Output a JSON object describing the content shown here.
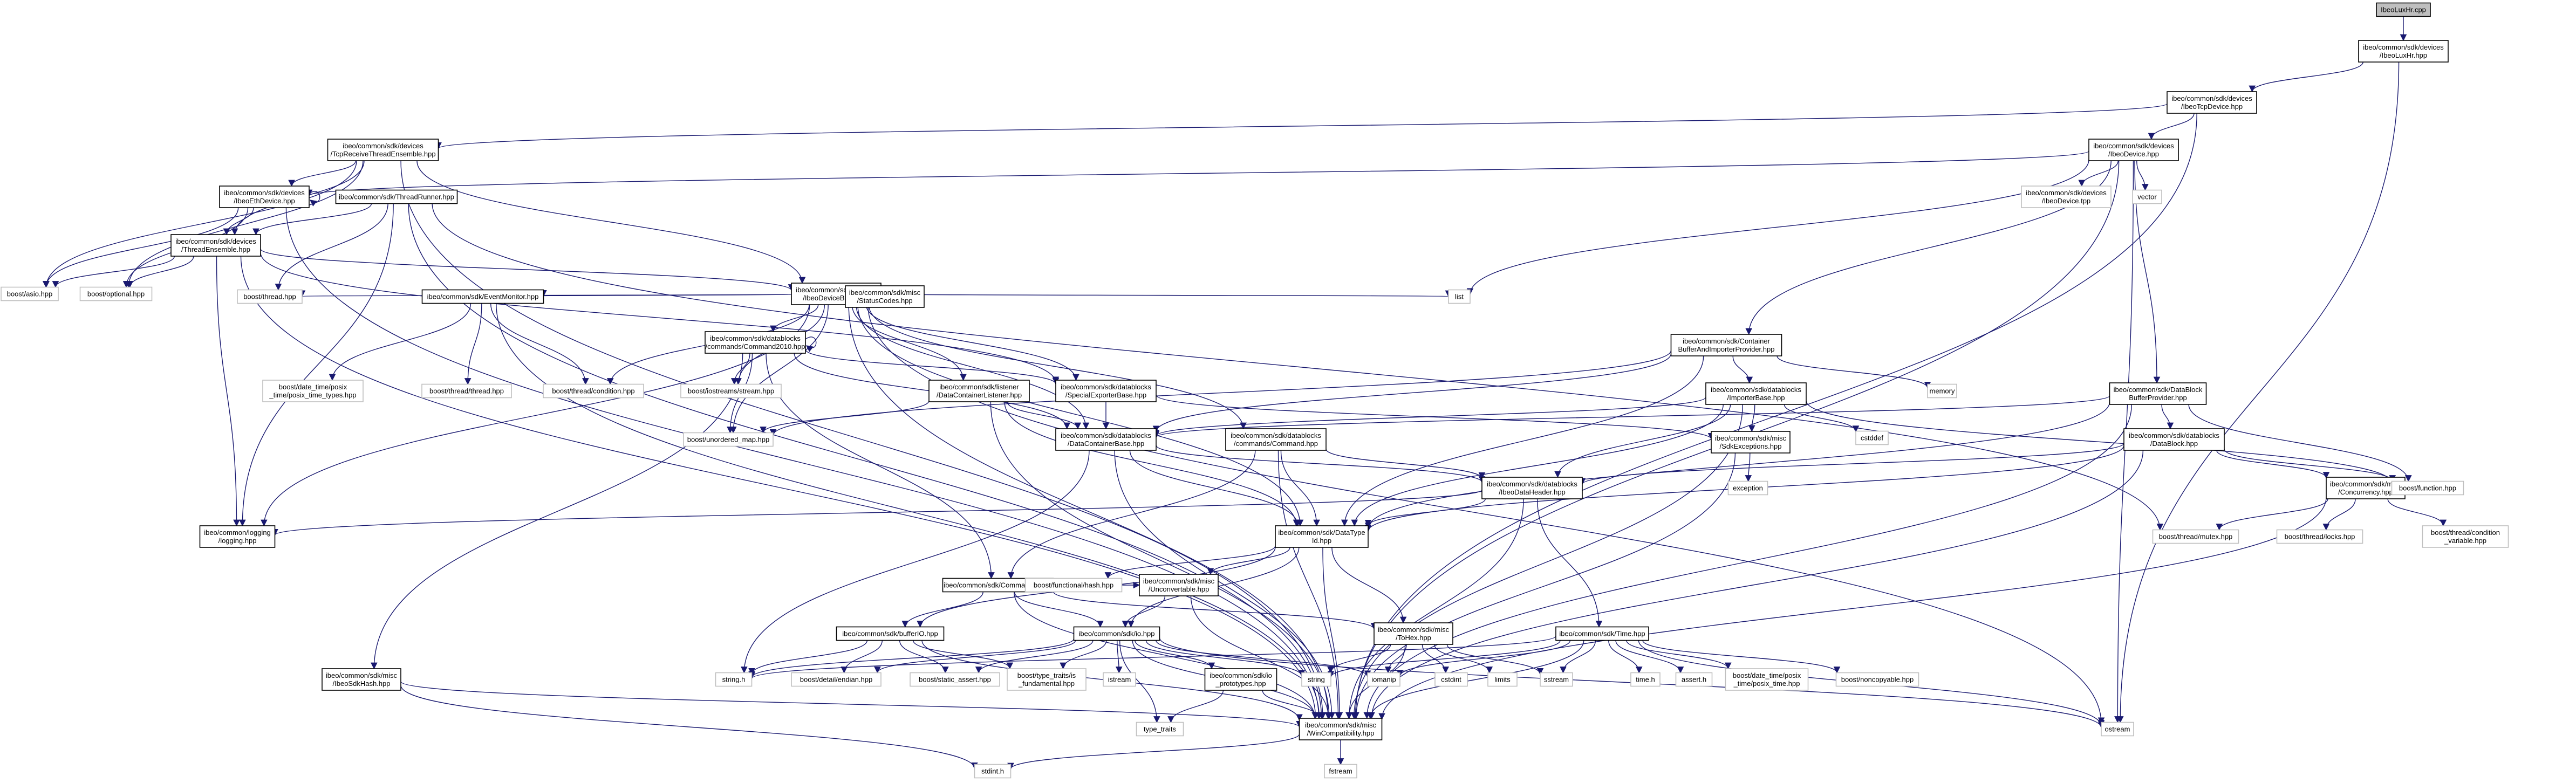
{
  "colors": {
    "edge": "#191970",
    "root_fill": "#bfbfbf",
    "node_border": "#000000",
    "external_border": "#bfbfbf"
  },
  "nodes": [
    {
      "id": "n_root",
      "lines": [
        "IbeoLuxHr.cpp"
      ],
      "kind": "root"
    },
    {
      "id": "n_luxhr",
      "lines": [
        "ibeo/common/sdk/devices",
        "/IbeoLuxHr.hpp"
      ]
    },
    {
      "id": "n_tcpdev",
      "lines": [
        "ibeo/common/sdk/devices",
        "/IbeoTcpDevice.hpp"
      ]
    },
    {
      "id": "n_tcprecv",
      "lines": [
        "ibeo/common/sdk/devices",
        "/TcpReceiveThreadEnsemble.hpp"
      ]
    },
    {
      "id": "n_ibeodev",
      "lines": [
        "ibeo/common/sdk/devices",
        "/IbeoDevice.hpp"
      ]
    },
    {
      "id": "n_ethdev",
      "lines": [
        "ibeo/common/sdk/devices",
        "/IbeoEthDevice.hpp"
      ]
    },
    {
      "id": "n_threadrunner",
      "lines": [
        "ibeo/common/sdk/ThreadRunner.hpp"
      ]
    },
    {
      "id": "n_threadens",
      "lines": [
        "ibeo/common/sdk/devices",
        "/ThreadEnsemble.hpp"
      ]
    },
    {
      "id": "n_devtpp",
      "lines": [
        "ibeo/common/sdk/devices",
        "/IbeoDevice.tpp"
      ],
      "kind": "ext"
    },
    {
      "id": "n_vector",
      "lines": [
        "vector"
      ],
      "kind": "ext"
    },
    {
      "id": "n_asio",
      "lines": [
        "boost/asio.hpp"
      ],
      "kind": "ext"
    },
    {
      "id": "n_optional",
      "lines": [
        "boost/optional.hpp"
      ],
      "kind": "ext"
    },
    {
      "id": "n_devbase",
      "lines": [
        "ibeo/common/sdk/devices",
        "/IbeoDeviceBase.hpp"
      ]
    },
    {
      "id": "n_bthread",
      "lines": [
        "boost/thread.hpp"
      ],
      "kind": "ext"
    },
    {
      "id": "n_list",
      "lines": [
        "list"
      ],
      "kind": "ext"
    },
    {
      "id": "n_eventmon",
      "lines": [
        "ibeo/common/sdk/EventMonitor.hpp"
      ]
    },
    {
      "id": "n_cmd2010",
      "lines": [
        "ibeo/common/sdk/datablocks",
        "/commands/Command2010.hpp"
      ]
    },
    {
      "id": "n_statuscodes",
      "lines": [
        "ibeo/common/sdk/misc",
        "/StatusCodes.hpp"
      ]
    },
    {
      "id": "n_container",
      "lines": [
        "ibeo/common/sdk/Container",
        "BufferAndImporterProvider.hpp"
      ]
    },
    {
      "id": "n_memory",
      "lines": [
        "memory"
      ],
      "kind": "ext"
    },
    {
      "id": "n_posixtypes",
      "lines": [
        "boost/date_time/posix",
        "_time/posix_time_types.hpp"
      ],
      "kind": "ext"
    },
    {
      "id": "n_bthreadthread",
      "lines": [
        "boost/thread/thread.hpp"
      ],
      "kind": "ext"
    },
    {
      "id": "n_condition",
      "lines": [
        "boost/thread/condition.hpp"
      ],
      "kind": "ext"
    },
    {
      "id": "n_iostreams",
      "lines": [
        "boost/iostreams/stream.hpp"
      ],
      "kind": "ext"
    },
    {
      "id": "n_listener",
      "lines": [
        "ibeo/common/sdk/listener",
        "/DataContainerListener.hpp"
      ]
    },
    {
      "id": "n_specialexp",
      "lines": [
        "ibeo/common/sdk/datablocks",
        "/SpecialExporterBase.hpp"
      ]
    },
    {
      "id": "n_importerbase",
      "lines": [
        "ibeo/common/sdk/datablocks",
        "/ImporterBase.hpp"
      ]
    },
    {
      "id": "n_cstddef",
      "lines": [
        "cstddef"
      ],
      "kind": "ext"
    },
    {
      "id": "n_dbbufprov",
      "lines": [
        "ibeo/common/sdk/DataBlock",
        "BufferProvider.hpp"
      ]
    },
    {
      "id": "n_unordered",
      "lines": [
        "boost/unordered_map.hpp"
      ],
      "kind": "ext"
    },
    {
      "id": "n_dcbase",
      "lines": [
        "ibeo/common/sdk/datablocks",
        "/DataContainerBase.hpp"
      ]
    },
    {
      "id": "n_command",
      "lines": [
        "ibeo/common/sdk/datablocks",
        "/commands/Command.hpp"
      ]
    },
    {
      "id": "n_sdkexc",
      "lines": [
        "ibeo/common/sdk/misc",
        "/SdkExceptions.hpp"
      ]
    },
    {
      "id": "n_datablock",
      "lines": [
        "ibeo/common/sdk/datablocks",
        "/DataBlock.hpp"
      ]
    },
    {
      "id": "n_exception",
      "lines": [
        "exception"
      ],
      "kind": "ext"
    },
    {
      "id": "n_dataheader",
      "lines": [
        "ibeo/common/sdk/datablocks",
        "/IbeoDataHeader.hpp"
      ]
    },
    {
      "id": "n_concurrency",
      "lines": [
        "ibeo/common/sdk/misc",
        "/Concurrency.hpp"
      ]
    },
    {
      "id": "n_bfunction",
      "lines": [
        "boost/function.hpp"
      ],
      "kind": "ext"
    },
    {
      "id": "n_logging",
      "lines": [
        "ibeo/common/logging",
        "/logging.hpp"
      ]
    },
    {
      "id": "n_datatypeid",
      "lines": [
        "ibeo/common/sdk/DataType",
        "Id.hpp"
      ]
    },
    {
      "id": "n_bmutex",
      "lines": [
        "boost/thread/mutex.hpp"
      ],
      "kind": "ext"
    },
    {
      "id": "n_blocks",
      "lines": [
        "boost/thread/locks.hpp"
      ],
      "kind": "ext"
    },
    {
      "id": "n_bcondvar",
      "lines": [
        "boost/thread/condition",
        "_variable.hpp"
      ],
      "kind": "ext"
    },
    {
      "id": "n_commandid",
      "lines": [
        "ibeo/common/sdk/CommandId.hpp"
      ]
    },
    {
      "id": "n_bfhash",
      "lines": [
        "boost/functional/hash.hpp"
      ],
      "kind": "ext"
    },
    {
      "id": "n_unconv",
      "lines": [
        "ibeo/common/sdk/misc",
        "/Unconvertable.hpp"
      ]
    },
    {
      "id": "n_tohex",
      "lines": [
        "ibeo/common/sdk/misc",
        "/ToHex.hpp"
      ]
    },
    {
      "id": "n_time",
      "lines": [
        "ibeo/common/sdk/Time.hpp"
      ]
    },
    {
      "id": "n_bitfield",
      "lines": [
        "ibeo/common/sdk/bufferIO.hpp"
      ]
    },
    {
      "id": "n_io",
      "lines": [
        "ibeo/common/sdk/io.hpp"
      ]
    },
    {
      "id": "n_stringh",
      "lines": [
        "string.h"
      ],
      "kind": "ext"
    },
    {
      "id": "n_endian",
      "lines": [
        "boost/detail/endian.hpp"
      ],
      "kind": "ext"
    },
    {
      "id": "n_staticassert",
      "lines": [
        "boost/static_assert.hpp"
      ],
      "kind": "ext"
    },
    {
      "id": "n_typetraits_fund",
      "lines": [
        "boost/type_traits/is",
        "_fundamental.hpp"
      ],
      "kind": "ext"
    },
    {
      "id": "n_istream",
      "lines": [
        "istream"
      ],
      "kind": "ext"
    },
    {
      "id": "n_ioprim",
      "lines": [
        "ibeo/common/sdk/io",
        "_prototypes.hpp"
      ]
    },
    {
      "id": "n_string",
      "lines": [
        "string"
      ],
      "kind": "ext"
    },
    {
      "id": "n_iomanip",
      "lines": [
        "iomanip"
      ],
      "kind": "ext"
    },
    {
      "id": "n_cstdint",
      "lines": [
        "cstdint"
      ],
      "kind": "ext"
    },
    {
      "id": "n_limits",
      "lines": [
        "limits"
      ],
      "kind": "ext"
    },
    {
      "id": "n_sstream",
      "lines": [
        "sstream"
      ],
      "kind": "ext"
    },
    {
      "id": "n_timeh",
      "lines": [
        "time.h"
      ],
      "kind": "ext"
    },
    {
      "id": "n_asserth",
      "lines": [
        "assert.h"
      ],
      "kind": "ext"
    },
    {
      "id": "n_posixtime",
      "lines": [
        "boost/date_time/posix",
        "_time/posix_time.hpp"
      ],
      "kind": "ext"
    },
    {
      "id": "n_noncopy",
      "lines": [
        "boost/noncopyable.hpp"
      ],
      "kind": "ext"
    },
    {
      "id": "n_ostream",
      "lines": [
        "ostream"
      ],
      "kind": "ext"
    },
    {
      "id": "n_sdkhash",
      "lines": [
        "ibeo/common/sdk/misc",
        "/IbeoSdkHash.hpp"
      ]
    },
    {
      "id": "n_typetraits",
      "lines": [
        "type_traits"
      ],
      "kind": "ext"
    },
    {
      "id": "n_wincompat",
      "lines": [
        "ibeo/common/sdk/misc",
        "/WinCompatibility.hpp"
      ]
    },
    {
      "id": "n_stdinth",
      "lines": [
        "stdint.h"
      ],
      "kind": "ext"
    },
    {
      "id": "n_fstream",
      "lines": [
        "fstream"
      ],
      "kind": "ext"
    }
  ],
  "edges": [
    [
      "n_root",
      "n_luxhr"
    ],
    [
      "n_luxhr",
      "n_tcpdev"
    ],
    [
      "n_luxhr",
      "n_ostream"
    ],
    [
      "n_tcpdev",
      "n_tcprecv"
    ],
    [
      "n_tcpdev",
      "n_ibeodev"
    ],
    [
      "n_tcpdev",
      "n_wincompat"
    ],
    [
      "n_tcprecv",
      "n_ethdev"
    ],
    [
      "n_tcprecv",
      "n_threadens"
    ],
    [
      "n_tcprecv",
      "n_asio"
    ],
    [
      "n_tcprecv",
      "n_optional"
    ],
    [
      "n_tcprecv",
      "n_devbase"
    ],
    [
      "n_tcprecv",
      "n_wincompat"
    ],
    [
      "n_ibeodev",
      "n_ethdev"
    ],
    [
      "n_ibeodev",
      "n_devtpp"
    ],
    [
      "n_ibeodev",
      "n_vector"
    ],
    [
      "n_ibeodev",
      "n_list"
    ],
    [
      "n_ibeodev",
      "n_container"
    ],
    [
      "n_ibeodev",
      "n_dbbufprov"
    ],
    [
      "n_ibeodev",
      "n_wincompat"
    ],
    [
      "n_ibeodev",
      "n_ostream"
    ],
    [
      "n_ethdev",
      "n_ethdev"
    ],
    [
      "n_ethdev",
      "n_threadens"
    ],
    [
      "n_ethdev",
      "n_asio"
    ],
    [
      "n_ethdev",
      "n_optional"
    ],
    [
      "n_ethdev",
      "n_wincompat"
    ],
    [
      "n_threadrunner",
      "n_threadens"
    ],
    [
      "n_threadrunner",
      "n_bthread"
    ],
    [
      "n_threadrunner",
      "n_logging"
    ],
    [
      "n_threadrunner",
      "n_bmutex"
    ],
    [
      "n_threadrunner",
      "n_wincompat"
    ],
    [
      "n_threadens",
      "n_asio"
    ],
    [
      "n_threadens",
      "n_optional"
    ],
    [
      "n_threadens",
      "n_devbase"
    ],
    [
      "n_threadens",
      "n_logging"
    ],
    [
      "n_threadens",
      "n_specialexp"
    ],
    [
      "n_threadens",
      "n_wincompat"
    ],
    [
      "n_devbase",
      "n_bthread"
    ],
    [
      "n_devbase",
      "n_list"
    ],
    [
      "n_devbase",
      "n_eventmon"
    ],
    [
      "n_devbase",
      "n_cmd2010"
    ],
    [
      "n_devbase",
      "n_statuscodes"
    ],
    [
      "n_devbase",
      "n_listener"
    ],
    [
      "n_devbase",
      "n_specialexp"
    ],
    [
      "n_devbase",
      "n_iostreams"
    ],
    [
      "n_devbase",
      "n_condition"
    ],
    [
      "n_devbase",
      "n_command"
    ],
    [
      "n_devbase",
      "n_datatypeid"
    ],
    [
      "n_devbase",
      "n_logging"
    ],
    [
      "n_devbase",
      "n_wincompat"
    ],
    [
      "n_devbase",
      "n_ostream"
    ],
    [
      "n_devbase",
      "n_unordered"
    ],
    [
      "n_devbase",
      "n_dcbase"
    ],
    [
      "n_eventmon",
      "n_posixtypes"
    ],
    [
      "n_eventmon",
      "n_bthreadthread"
    ],
    [
      "n_eventmon",
      "n_condition"
    ],
    [
      "n_eventmon",
      "n_wincompat"
    ],
    [
      "n_cmd2010",
      "n_cmd2010"
    ],
    [
      "n_cmd2010",
      "n_iostreams"
    ],
    [
      "n_cmd2010",
      "n_specialexp"
    ],
    [
      "n_cmd2010",
      "n_unordered"
    ],
    [
      "n_cmd2010",
      "n_commandid"
    ],
    [
      "n_cmd2010",
      "n_sdkhash"
    ],
    [
      "n_cmd2010",
      "n_dcbase"
    ],
    [
      "n_container",
      "n_memory"
    ],
    [
      "n_container",
      "n_unordered"
    ],
    [
      "n_container",
      "n_dcbase"
    ],
    [
      "n_container",
      "n_datatypeid"
    ],
    [
      "n_container",
      "n_importerbase"
    ],
    [
      "n_listener",
      "n_unordered"
    ],
    [
      "n_listener",
      "n_dcbase"
    ],
    [
      "n_listener",
      "n_datatypeid"
    ],
    [
      "n_listener",
      "n_wincompat"
    ],
    [
      "n_specialexp",
      "n_dcbase"
    ],
    [
      "n_specialexp",
      "n_sdkexc"
    ],
    [
      "n_importerbase",
      "n_cstddef"
    ],
    [
      "n_importerbase",
      "n_sdkexc"
    ],
    [
      "n_importerbase",
      "n_dcbase"
    ],
    [
      "n_importerbase",
      "n_dataheader"
    ],
    [
      "n_importerbase",
      "n_datatypeid"
    ],
    [
      "n_importerbase",
      "n_bfunction"
    ],
    [
      "n_importerbase",
      "n_wincompat"
    ],
    [
      "n_dbbufprov",
      "n_datablock"
    ],
    [
      "n_dbbufprov",
      "n_bfunction"
    ],
    [
      "n_dbbufprov",
      "n_datatypeid"
    ],
    [
      "n_dbbufprov",
      "n_wincompat"
    ],
    [
      "n_dbbufprov",
      "n_dcbase"
    ],
    [
      "n_dcbase",
      "n_dataheader"
    ],
    [
      "n_dcbase",
      "n_datatypeid"
    ],
    [
      "n_dcbase",
      "n_stringh"
    ],
    [
      "n_dcbase",
      "n_wincompat"
    ],
    [
      "n_command",
      "n_commandid"
    ],
    [
      "n_command",
      "n_dataheader"
    ],
    [
      "n_command",
      "n_datatypeid"
    ],
    [
      "n_command",
      "n_wincompat"
    ],
    [
      "n_sdkexc",
      "n_exception"
    ],
    [
      "n_sdkexc",
      "n_wincompat"
    ],
    [
      "n_datablock",
      "n_dataheader"
    ],
    [
      "n_datablock",
      "n_concurrency"
    ],
    [
      "n_datablock",
      "n_datatypeid"
    ],
    [
      "n_datablock",
      "n_wincompat"
    ],
    [
      "n_datablock",
      "n_bfunction"
    ],
    [
      "n_dataheader",
      "n_datatypeid"
    ],
    [
      "n_dataheader",
      "n_time"
    ],
    [
      "n_dataheader",
      "n_logging"
    ],
    [
      "n_dataheader",
      "n_wincompat"
    ],
    [
      "n_concurrency",
      "n_bmutex"
    ],
    [
      "n_concurrency",
      "n_blocks"
    ],
    [
      "n_concurrency",
      "n_bcondvar"
    ],
    [
      "n_concurrency",
      "n_wincompat"
    ],
    [
      "n_datatypeid",
      "n_unconv"
    ],
    [
      "n_datatypeid",
      "n_tohex"
    ],
    [
      "n_datatypeid",
      "n_bfhash"
    ],
    [
      "n_datatypeid",
      "n_io"
    ],
    [
      "n_datatypeid",
      "n_wincompat"
    ],
    [
      "n_datatypeid",
      "n_bitfield"
    ],
    [
      "n_commandid",
      "n_bfhash"
    ],
    [
      "n_commandid",
      "n_unconv"
    ],
    [
      "n_commandid",
      "n_tohex"
    ],
    [
      "n_commandid",
      "n_bitfield"
    ],
    [
      "n_commandid",
      "n_io"
    ],
    [
      "n_commandid",
      "n_wincompat"
    ],
    [
      "n_unconv",
      "n_io"
    ],
    [
      "n_unconv",
      "n_wincompat"
    ],
    [
      "n_tohex",
      "n_iomanip"
    ],
    [
      "n_tohex",
      "n_cstdint"
    ],
    [
      "n_tohex",
      "n_limits"
    ],
    [
      "n_tohex",
      "n_sstream"
    ],
    [
      "n_tohex",
      "n_string"
    ],
    [
      "n_tohex",
      "n_wincompat"
    ],
    [
      "n_time",
      "n_posixtime"
    ],
    [
      "n_time",
      "n_timeh"
    ],
    [
      "n_time",
      "n_asserth"
    ],
    [
      "n_time",
      "n_noncopy"
    ],
    [
      "n_time",
      "n_sstream"
    ],
    [
      "n_time",
      "n_iomanip"
    ],
    [
      "n_time",
      "n_string"
    ],
    [
      "n_time",
      "n_stringh"
    ],
    [
      "n_time",
      "n_ostream"
    ],
    [
      "n_time",
      "n_wincompat"
    ],
    [
      "n_bitfield",
      "n_stringh"
    ],
    [
      "n_bitfield",
      "n_endian"
    ],
    [
      "n_bitfield",
      "n_staticassert"
    ],
    [
      "n_bitfield",
      "n_typetraits_fund"
    ],
    [
      "n_bitfield",
      "n_wincompat"
    ],
    [
      "n_io",
      "n_stringh"
    ],
    [
      "n_io",
      "n_endian"
    ],
    [
      "n_io",
      "n_staticassert"
    ],
    [
      "n_io",
      "n_typetraits_fund"
    ],
    [
      "n_io",
      "n_istream"
    ],
    [
      "n_io",
      "n_ioprim"
    ],
    [
      "n_io",
      "n_string"
    ],
    [
      "n_io",
      "n_iomanip"
    ],
    [
      "n_io",
      "n_typetraits"
    ],
    [
      "n_io",
      "n_ostream"
    ],
    [
      "n_io",
      "n_wincompat"
    ],
    [
      "n_ioprim",
      "n_typetraits"
    ],
    [
      "n_ioprim",
      "n_wincompat"
    ],
    [
      "n_sdkhash",
      "n_stdinth"
    ],
    [
      "n_sdkhash",
      "n_wincompat"
    ],
    [
      "n_wincompat",
      "n_stdinth"
    ],
    [
      "n_wincompat",
      "n_fstream"
    ]
  ]
}
